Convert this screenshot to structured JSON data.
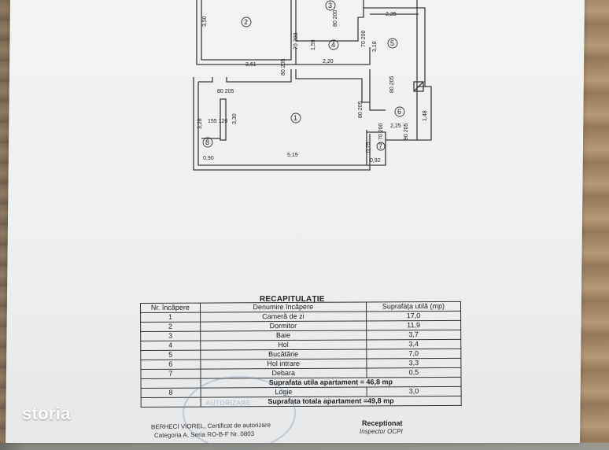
{
  "plan": {
    "rooms": [
      "1",
      "2",
      "3",
      "4",
      "5",
      "6",
      "7",
      "8"
    ],
    "dimensions": [
      "3,50",
      "3,61",
      "2,20",
      "2,25",
      "3,18",
      "1,59",
      "1,48",
      "3,30",
      "5,15",
      "2,25",
      "3,28",
      "0,90",
      "0,92",
      "0,75"
    ],
    "openings": [
      "70\n200",
      "80\n200",
      "70\n200",
      "80\n205",
      "80\n205",
      "80\n205",
      "70\n200",
      "80\n205",
      "90\n205",
      "155\n120"
    ]
  },
  "recap": {
    "title": "RECAPITULAȚIE",
    "headers": [
      "Nr. încăpere",
      "Denumire încăpere",
      "Suprafața utilă (mp)"
    ],
    "rows": [
      [
        "1",
        "Cameră de zi",
        "17,0"
      ],
      [
        "2",
        "Dormitor",
        "11,9"
      ],
      [
        "3",
        "Baie",
        "3,7"
      ],
      [
        "4",
        "Hol",
        "3,4"
      ],
      [
        "5",
        "Bucătărie",
        "7,0"
      ],
      [
        "6",
        "Hol intrare",
        "3,3"
      ],
      [
        "7",
        "Debara",
        "0,5"
      ]
    ],
    "total_util": "Suprafata utila apartament = 46,8 mp",
    "row8": [
      "8",
      "Logie",
      "3,0"
    ],
    "total": "Suprafata totala apartament =49,8 mp"
  },
  "footer": {
    "signature_line1": "BERHECI VIOREL, Certificat de autorizare",
    "signature_line2": "Categoria A, Seria RO-B-F Nr. 0803",
    "receptionat": "Receptionat",
    "inspector": "Inspector OCPI"
  },
  "stamp": {
    "text": "AUTORIZARE"
  },
  "logo": {
    "text": "storia"
  }
}
